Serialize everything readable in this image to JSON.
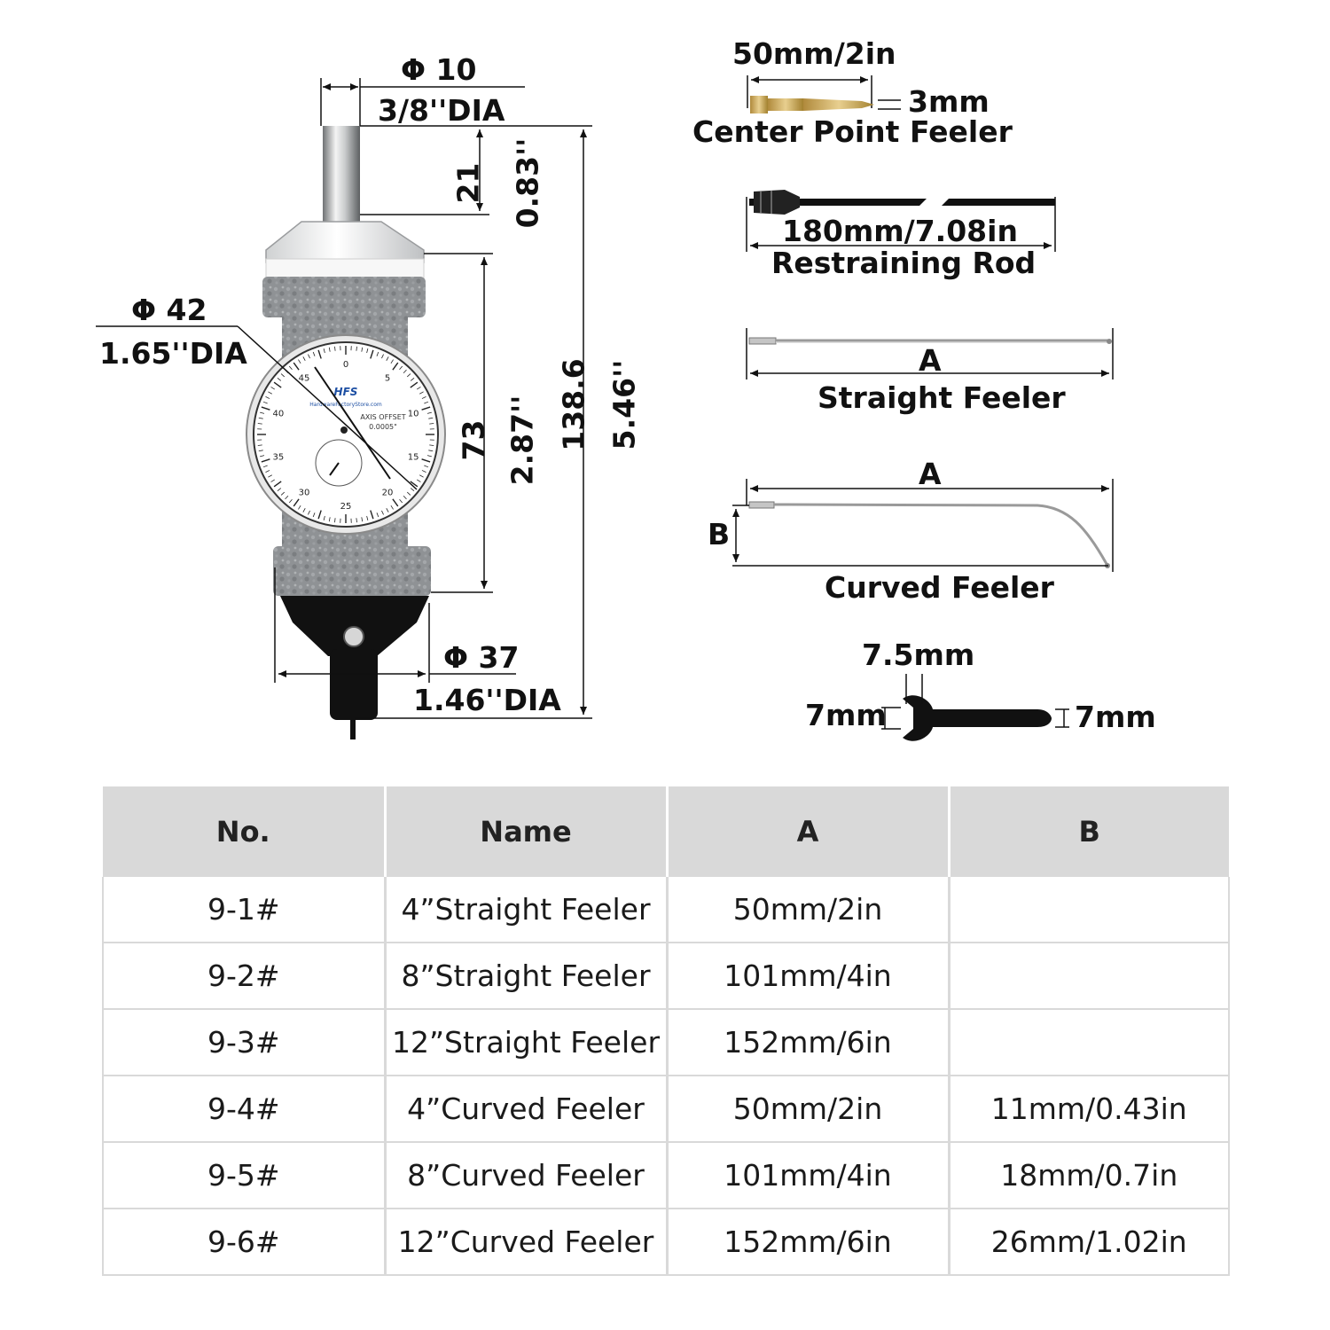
{
  "indicator": {
    "shank_dia_mm": "Φ 10",
    "shank_dia_in": "3/8''DIA",
    "shank_len_mm": "21",
    "shank_len_in": "0.83''",
    "body_len_mm": "73",
    "body_len_in": "2.87''",
    "total_len_mm": "138.6",
    "total_len_in": "5.46''",
    "dial_dia_mm": "Φ 42",
    "dial_dia_in": "1.65''DIA",
    "base_dia_mm": "Φ 37",
    "base_dia_in": "1.46''DIA",
    "dial_face": {
      "brand": "HFS",
      "site": "HardwareFactoryStore.com",
      "axis_offset": "AXIS OFFSET",
      "resolution": "0.0005\"",
      "numbers": [
        "0",
        "5",
        "10",
        "15",
        "20",
        "25",
        "30",
        "35",
        "40",
        "45"
      ]
    }
  },
  "accessories": {
    "center_point": {
      "len": "50mm/2in",
      "tip": "3mm",
      "label": "Center Point Feeler"
    },
    "restraining_rod": {
      "len": "180mm/7.08in",
      "label": "Restraining Rod"
    },
    "straight_feeler": {
      "dim": "A",
      "label": "Straight Feeler"
    },
    "curved_feeler": {
      "dim_a": "A",
      "dim_b": "B",
      "label": "Curved Feeler"
    },
    "wrench": {
      "width": "7.5mm",
      "left": "7mm",
      "right": "7mm"
    }
  },
  "table": {
    "headers": [
      "No.",
      "Name",
      "A",
      "B"
    ],
    "rows": [
      [
        "9-1#",
        "4”Straight Feeler",
        "50mm/2in",
        ""
      ],
      [
        "9-2#",
        "8”Straight Feeler",
        "101mm/4in",
        ""
      ],
      [
        "9-3#",
        "12”Straight Feeler",
        "152mm/6in",
        ""
      ],
      [
        "9-4#",
        "4”Curved Feeler",
        "50mm/2in",
        "11mm/0.43in"
      ],
      [
        "9-5#",
        "8”Curved Feeler",
        "101mm/4in",
        "18mm/0.7in"
      ],
      [
        "9-6#",
        "12”Curved Feeler",
        "152mm/6in",
        "26mm/1.02in"
      ]
    ]
  },
  "colors": {
    "body": "#8e9194",
    "dim_line": "#111111",
    "header_bg": "#d9d9d9",
    "grid": "#d9d9d9"
  }
}
